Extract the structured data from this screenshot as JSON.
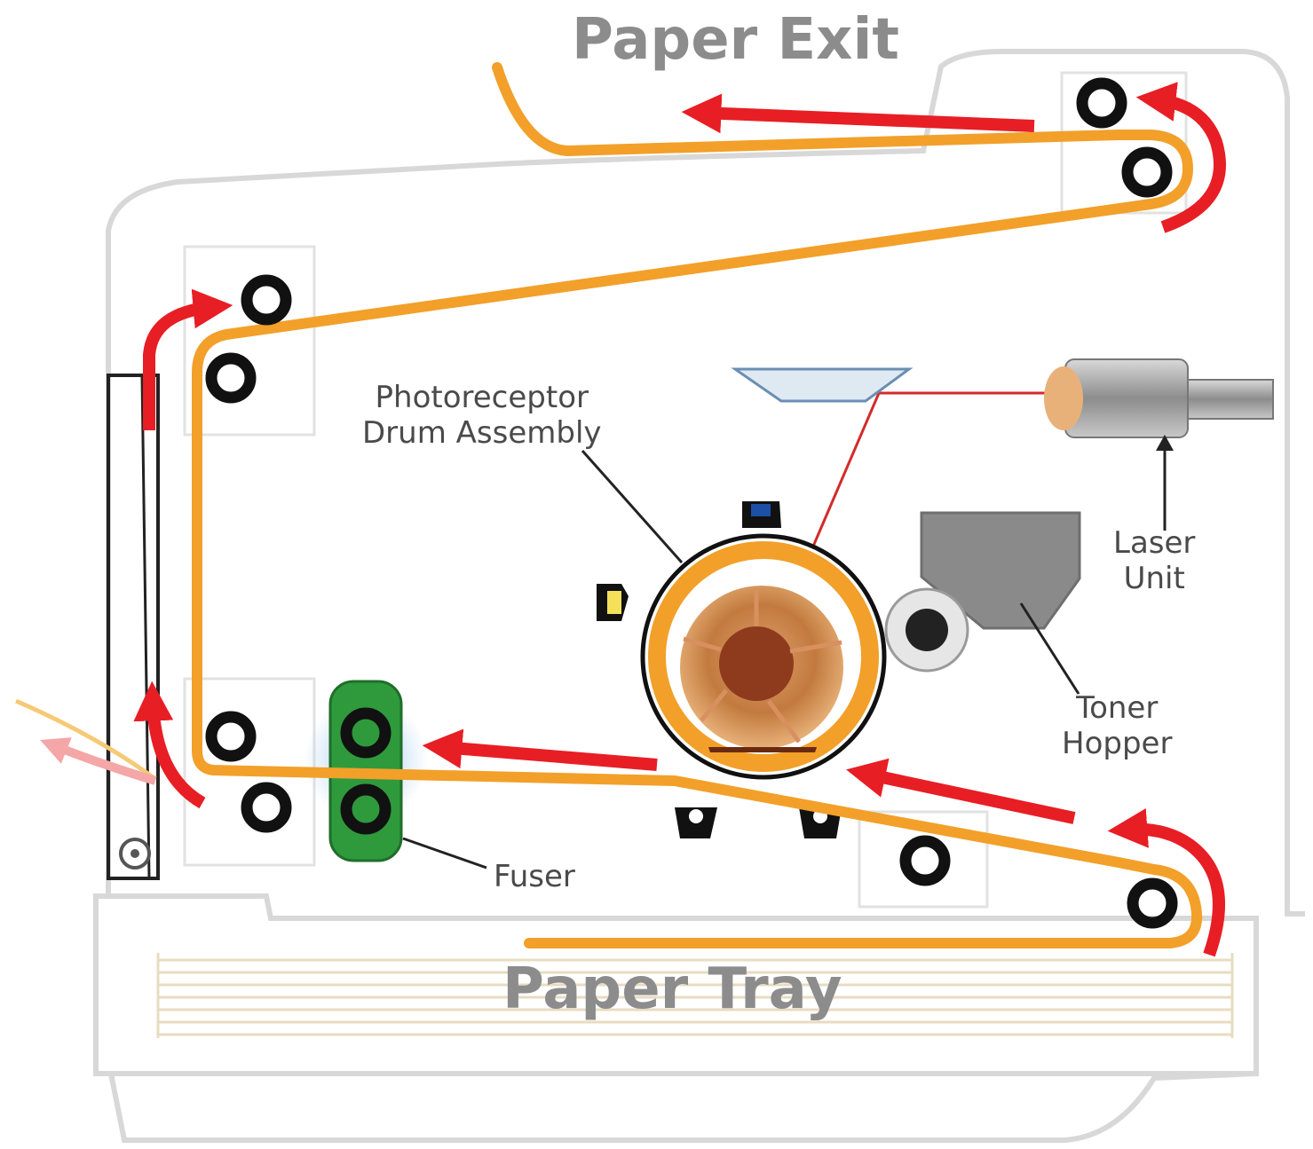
{
  "labels": {
    "paper_exit": "Paper Exit",
    "paper_tray": "Paper Tray",
    "photoreceptor_line1": "Photoreceptor",
    "photoreceptor_line2": "Drum Assembly",
    "laser_line1": "Laser",
    "laser_line2": "Unit",
    "toner_line1": "Toner",
    "toner_line2": "Hopper",
    "fuser": "Fuser"
  },
  "colors": {
    "paper_path": "#f2a02a",
    "arrow": "#e81e25",
    "roller": "#111111",
    "outline": "#d8d8d8",
    "drum_rim": "#f2a02a",
    "drum_core": "#b05a2a",
    "fuser": "#2e9a3c",
    "toner": "#8a8a8a",
    "laser": "#9a9a9a",
    "label_big": "#8c8c8c",
    "label_small": "#4a4a4a"
  },
  "icons": [
    "roller-icon",
    "arrow-icon",
    "drum-icon",
    "laser-icon",
    "toner-hopper-icon",
    "fuser-icon",
    "mirror-icon",
    "paper-stack-icon"
  ]
}
